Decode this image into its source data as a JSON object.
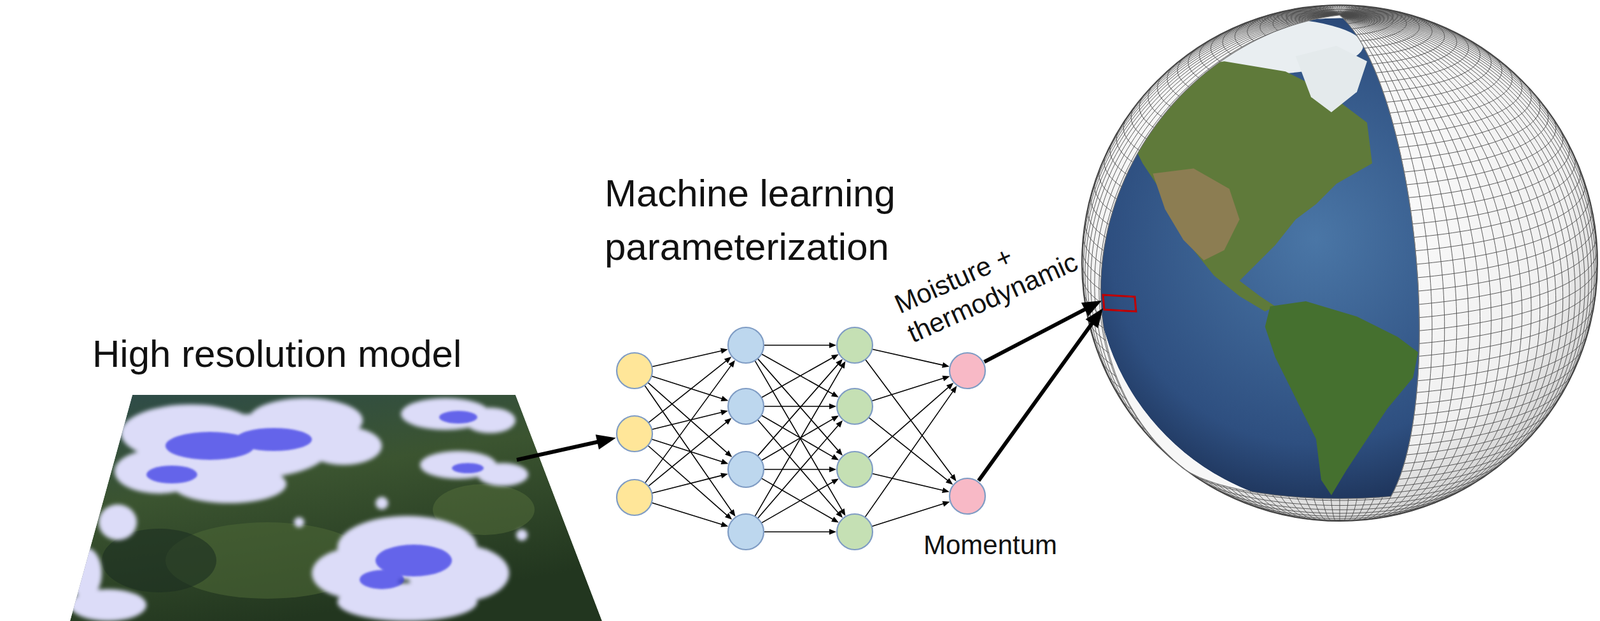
{
  "diagram": {
    "labels": [
      "High resolution model",
      "Machine learning parameterization",
      "Moisture + thermodynamic",
      "Momentum"
    ]
  }
}
